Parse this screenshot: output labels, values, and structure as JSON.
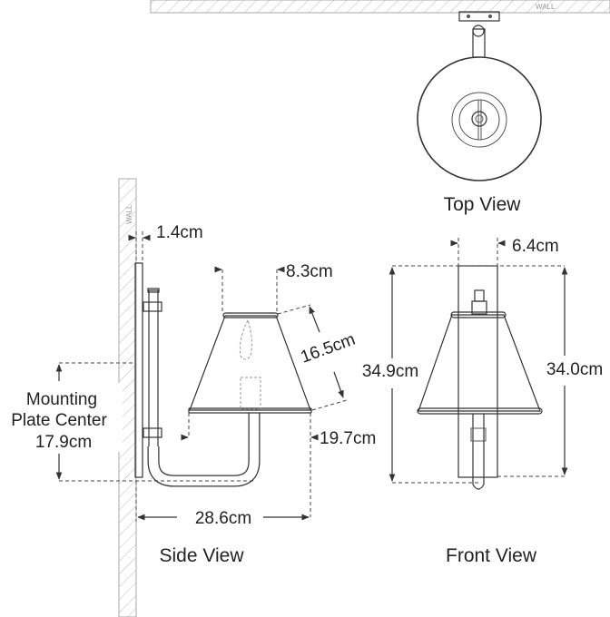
{
  "wall_label": "WALL",
  "views": {
    "top": "Top View",
    "side": "Side View",
    "front": "Front View"
  },
  "dimensions": {
    "backplate_depth": "1.4cm",
    "shade_top_diameter": "8.3cm",
    "shade_height": "16.5cm",
    "shade_bottom_diameter": "19.7cm",
    "extension": "28.6cm",
    "backplate_width": "6.4cm",
    "overall_height": "34.9cm",
    "backplate_height": "34.0cm",
    "mounting_center": {
      "line1": "Mounting",
      "line2": "Plate Center",
      "value": "17.9cm"
    }
  }
}
